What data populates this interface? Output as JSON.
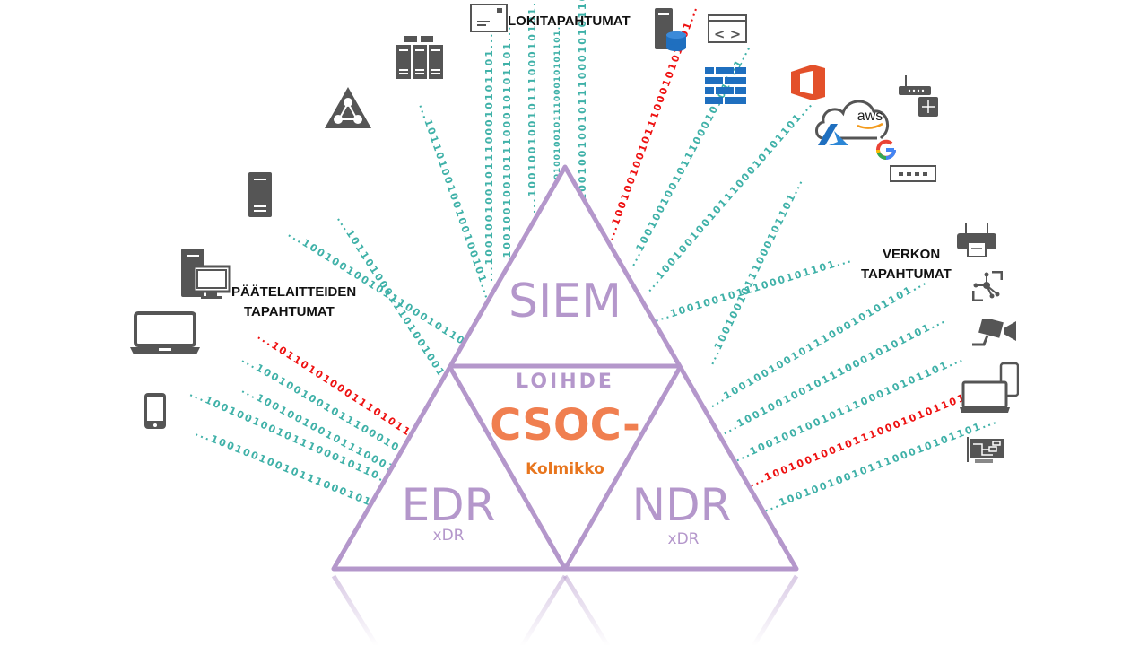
{
  "labels": {
    "log_events": "LOKITAPAHTUMAT",
    "endpoint_events_line1": "PÄÄTELAITTEIDEN",
    "endpoint_events_line2": "TAPAHTUMAT",
    "network_events_line1": "VERKON",
    "network_events_line2": "TAPAHTUMAT"
  },
  "triangle": {
    "top": "SIEM",
    "brand": "LOIHDE",
    "center_title": "CSOC-",
    "center_subtitle": "Kolmikko",
    "left": "EDR",
    "left_sub": "xDR",
    "right": "NDR",
    "right_sub": "xDR"
  },
  "colors": {
    "triangle": "#b497cb",
    "center_title": "#f07f50",
    "center_subtitle": "#e8761e",
    "stream_normal": "#3fb1a8",
    "stream_alert": "#ee1111",
    "icon_gray": "#555555",
    "icon_blue": "#1f6fbf"
  },
  "streams": [
    {
      "text": "...1001001001011100010101101...",
      "color": "teal"
    },
    {
      "text": "...1001001001011100010101101...",
      "color": "teal"
    },
    {
      "text": "...1001001001011100010101...",
      "color": "teal"
    },
    {
      "text": "...1001001001011100010101101...",
      "color": "teal"
    },
    {
      "text": "...1001001001011100010101101...",
      "color": "teal"
    },
    {
      "text": "...1001001001011100010101101...",
      "color": "red"
    },
    {
      "text": "...1001001001011100010101101...",
      "color": "teal"
    },
    {
      "text": "...1001001001011100010101101...",
      "color": "teal"
    },
    {
      "text": "...10010010111000101101...",
      "color": "teal"
    },
    {
      "text": "...10010010111000101101...",
      "color": "teal"
    },
    {
      "text": "...1001001001011100010101101...",
      "color": "teal"
    },
    {
      "text": "...1001001001011100010101101...",
      "color": "teal"
    },
    {
      "text": "...1001001001011100010101101...",
      "color": "red"
    },
    {
      "text": "...1001001001011100010101101...",
      "color": "teal"
    },
    {
      "text": "...10110101000111010110...",
      "color": "red"
    },
    {
      "text": "...1001001001011100010110...",
      "color": "teal"
    },
    {
      "text": "...1001001001011100010110...",
      "color": "teal"
    },
    {
      "text": "...1001001001011100010110...",
      "color": "teal"
    },
    {
      "text": "...1001001001011100010110...",
      "color": "teal"
    },
    {
      "text": "...10110100100100100101...",
      "color": "teal"
    },
    {
      "text": "...1011010001110100100101...",
      "color": "teal"
    }
  ],
  "icons": [
    "server-rack-icon",
    "email-log-icon",
    "database-server-icon",
    "code-window-icon",
    "firewall-icon",
    "network-topology-icon",
    "office-icon",
    "cloud-aws-icon",
    "azure-icon",
    "google-icon",
    "router-icon",
    "switch-icon",
    "server-tower-icon",
    "desktop-icon",
    "laptop-icon",
    "phone-icon",
    "printer-icon",
    "iot-hub-icon",
    "security-camera-icon",
    "laptop-phone-icon",
    "network-card-icon"
  ]
}
